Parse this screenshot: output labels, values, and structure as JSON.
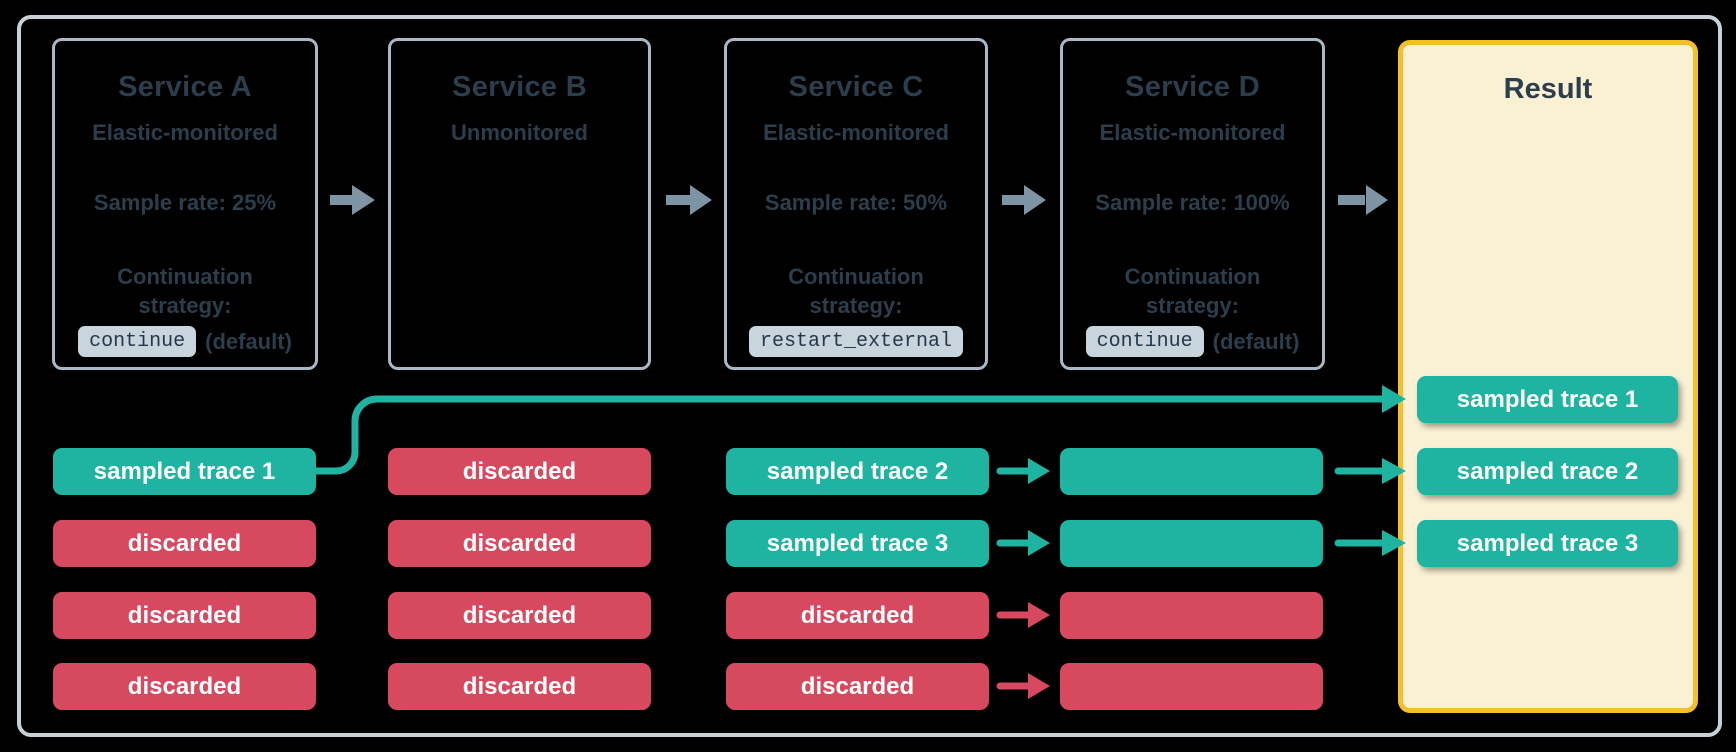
{
  "colors": {
    "background": "#000000",
    "sampled_teal": "#1fb3a1",
    "discarded_red": "#d6495f",
    "result_fill": "#faf1d4",
    "result_border": "#f3bf2b",
    "service_box_border": "#aab8c4",
    "outer_frame_border": "#c8d1d8",
    "flow_arrow_gray": "#7e93a4",
    "text_dark_slate": "#2c3e4c",
    "code_chip_bg": "#c9d5dd",
    "pill_text": "#ffffff"
  },
  "services": [
    {
      "title": "Service A",
      "monitoring": "Elastic-monitored",
      "sample_rate": "Sample rate: 25%",
      "strategy_label": "Continuation strategy:",
      "strategy_code": "continue",
      "strategy_suffix": "(default)"
    },
    {
      "title": "Service B",
      "monitoring": "Unmonitored"
    },
    {
      "title": "Service C",
      "monitoring": "Elastic-monitored",
      "sample_rate": "Sample rate: 50%",
      "strategy_label": "Continuation strategy:",
      "strategy_code": "restart_external",
      "strategy_suffix": ""
    },
    {
      "title": "Service D",
      "monitoring": "Elastic-monitored",
      "sample_rate": "Sample rate: 100%",
      "strategy_label": "Continuation strategy:",
      "strategy_code": "continue",
      "strategy_suffix": "(default)"
    }
  ],
  "result": {
    "title": "Result",
    "pills": [
      "sampled trace 1",
      "sampled trace 2",
      "sampled trace 3"
    ]
  },
  "traces": {
    "service_a": [
      "sampled trace 1",
      "discarded",
      "discarded",
      "discarded"
    ],
    "service_b": [
      "discarded",
      "discarded",
      "discarded",
      "discarded"
    ],
    "service_c": [
      "sampled trace 2",
      "sampled trace 3",
      "discarded",
      "discarded"
    ],
    "service_d": [
      "",
      "",
      "",
      ""
    ]
  }
}
